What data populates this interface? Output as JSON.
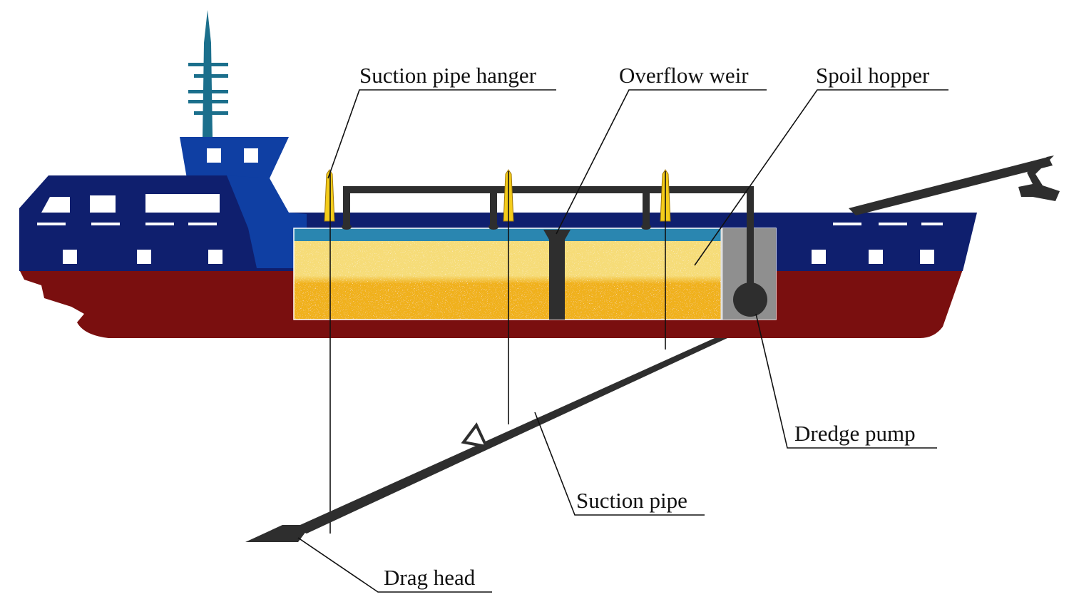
{
  "labels": {
    "suction_pipe_hanger": "Suction pipe hanger",
    "overflow_weir": "Overflow weir",
    "spoil_hopper": "Spoil hopper",
    "dredge_pump": "Dredge pump",
    "suction_pipe": "Suction pipe",
    "drag_head": "Drag head"
  },
  "colors": {
    "hull_upper": "#0f1f6e",
    "hull_lower": "#7a0f0f",
    "deckhouse": "#0f3fa3",
    "mast": "#1b6f8c",
    "hopper_water": "#2a86b0",
    "spoil_light": "#f6dc78",
    "spoil_dark": "#f0b11c",
    "pipe": "#2e2e2e",
    "pump_box": "#8f8f8f",
    "hanger": "#f4cc1a"
  }
}
